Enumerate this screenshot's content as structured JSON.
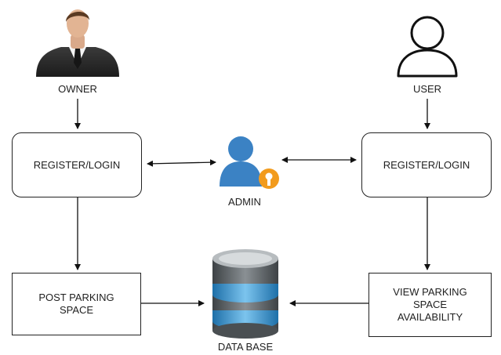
{
  "actors": {
    "owner": "OWNER",
    "user": "USER",
    "admin": "ADMIN",
    "database": "DATA BASE"
  },
  "boxes": {
    "owner_register": "REGISTER/LOGIN",
    "user_register": "REGISTER/LOGIN",
    "post_parking": "POST PARKING\nSPACE",
    "view_parking": "VIEW PARKING\nSPACE\nAVAILABILITY"
  },
  "icons": {
    "owner": "businessman-icon",
    "user": "user-outline-icon",
    "admin": "admin-key-icon",
    "database": "database-icon"
  },
  "colors": {
    "admin_blue": "#3b82c4",
    "admin_key": "#f29b1d",
    "db_blue": "#4aa0d8",
    "db_gray": "#6f7477"
  }
}
